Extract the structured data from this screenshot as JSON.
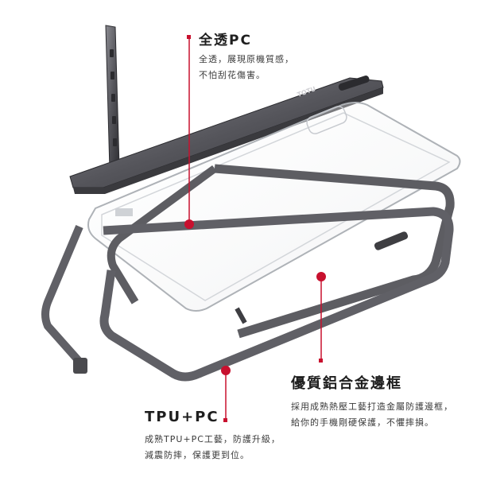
{
  "colors": {
    "accent": "#c8102e",
    "frame": "#5d5d62",
    "frame_dark": "#3e3e42",
    "clear_edge": "#b9bcc0",
    "text": "#222222"
  },
  "features": {
    "clear_pc": {
      "title": "全透PC",
      "lines": [
        "全透，展現原機質感，",
        "不怕刮花傷害。"
      ]
    },
    "aluminum": {
      "title": "優質鋁合金邊框",
      "lines": [
        "採用成熟熱壓工藝打造金屬防護邊框，",
        "給你的手機剛硬保護，不懼摔損。"
      ]
    },
    "tpu_pc": {
      "title": "TPU+PC",
      "lines": [
        "成熟TPU+PC工藝，防護升級，",
        "減震防摔，保護更到位。"
      ]
    }
  },
  "brand": {
    "logo_text": "TOTU"
  },
  "icons": [
    "callout-dot-icon",
    "callout-square-icon"
  ]
}
